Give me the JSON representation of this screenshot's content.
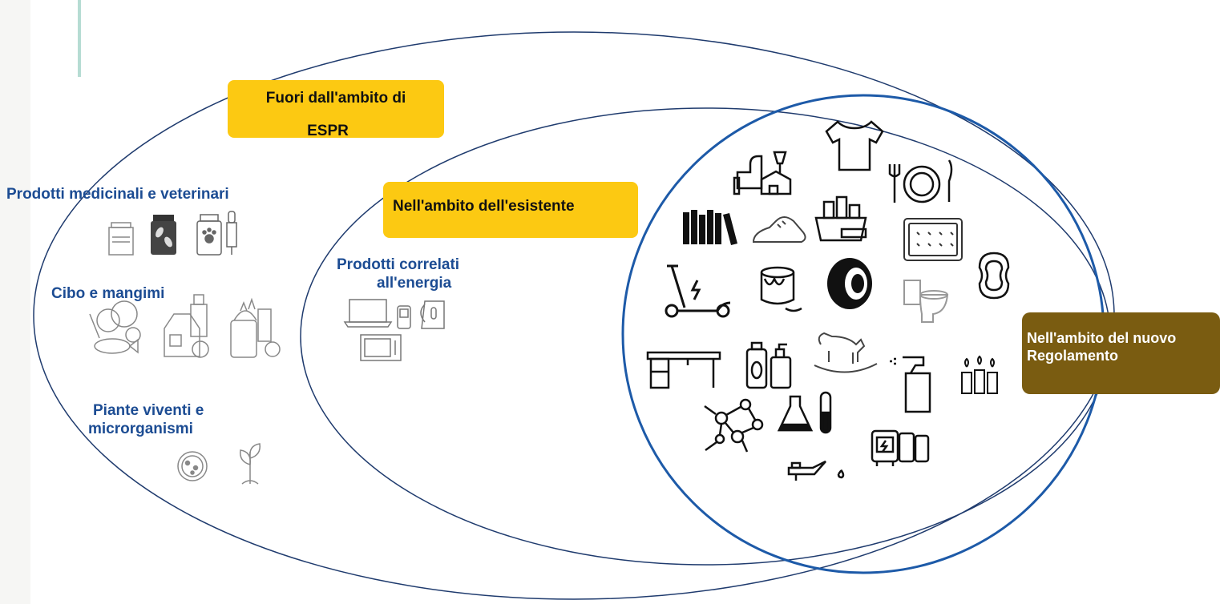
{
  "boxes": {
    "out_of_scope_line1": "Fuori dall'ambito di",
    "out_of_scope_line2": "ESPR",
    "existing_scope": "Nell'ambito dell'esistente",
    "new_regulation_line1": "Nell'ambito del nuovo",
    "new_regulation_line2": "Regolamento"
  },
  "categories": {
    "medicinal": "Prodotti medicinali e veterinari",
    "food": "Cibo e mangimi",
    "plants_line1": "Piante viventi e",
    "plants_line2": "microrganismi",
    "energy_line1": "Prodotti correlati",
    "energy_line2": "all'energia"
  },
  "colors": {
    "yellow_box": "#fcc912",
    "brown_box": "#7a5c11",
    "category_blue": "#1c4c93",
    "ellipse_stroke": "#1f3b6e",
    "inner_circle_stroke": "#1d5aa8"
  },
  "icons": {
    "medicinal": [
      "pill-bottle-icon",
      "pill-jar-icon",
      "pet-medicine-icon",
      "dropper-icon"
    ],
    "food": [
      "vegetables-fish-icon",
      "milk-carton-icon",
      "groceries-icon"
    ],
    "plants": [
      "petri-dish-icon",
      "seedling-icon"
    ],
    "energy": [
      "laptop-icon",
      "phone-icon",
      "kettle-icon",
      "microwave-icon"
    ],
    "new_scope": [
      "furniture-icon",
      "tshirt-icon",
      "tableware-icon",
      "books-icon",
      "shoe-icon",
      "cleaning-products-icon",
      "mattress-icon",
      "e-scooter-icon",
      "paint-can-icon",
      "tyre-icon",
      "toilet-icon",
      "sanitary-pad-icon",
      "desk-icon",
      "cosmetics-icon",
      "rocking-horse-icon",
      "spray-bottle-icon",
      "candles-icon",
      "chemicals-molecule-icon",
      "lab-flask-icon",
      "oil-can-icon",
      "bus-icon"
    ]
  }
}
